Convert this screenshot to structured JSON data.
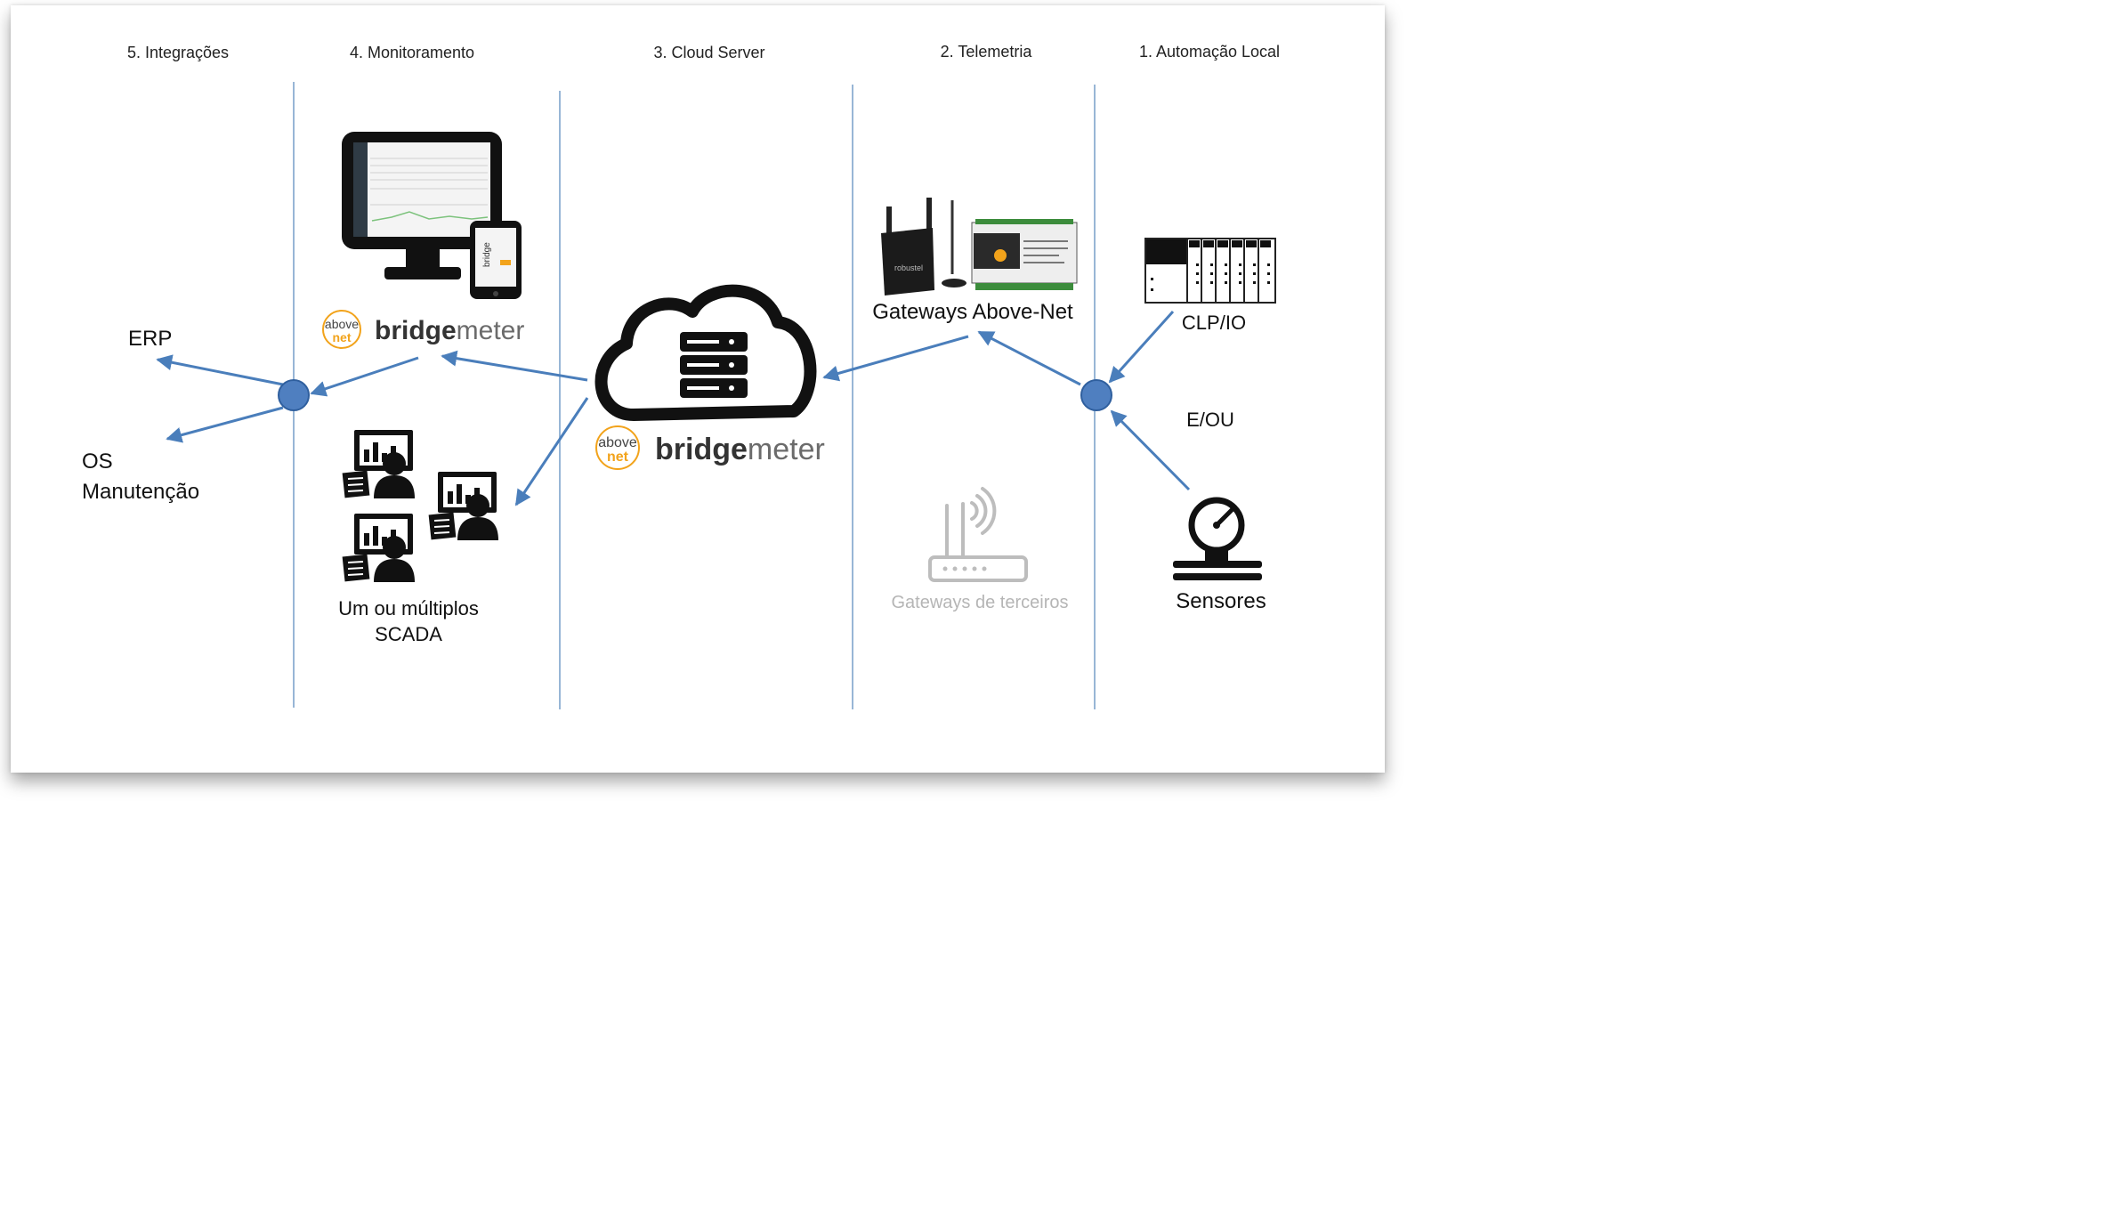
{
  "columns": {
    "integracoes": "5. Integrações",
    "monitoramento": "4. Monitoramento",
    "cloud": "3. Cloud Server",
    "telemetria": "2. Telemetria",
    "automacao": "1. Automação Local"
  },
  "brand": {
    "above": "above",
    "net": "net",
    "bridge": "bridge",
    "meter": "meter"
  },
  "labels": {
    "erp": "ERP",
    "os_line1": "OS",
    "os_line2": "Manutenção",
    "scada_line1": "Um ou múltiplos",
    "scada_line2": "SCADA",
    "gateways_abovenet": "Gateways Above-Net",
    "gateways_terceiros": "Gateways de terceiros",
    "clp": "CLP/IO",
    "eou": "E/OU",
    "sensores": "Sensores",
    "device_brand": "robustel"
  },
  "colors": {
    "line": "#7fa3cc",
    "arrow": "#4a7ebb",
    "node_fill": "#4f7fc0",
    "node_stroke": "#2f5f9e",
    "orange": "#f2a31b",
    "bridge_dark": "#333333",
    "meter_gray": "#6b6b6b"
  }
}
